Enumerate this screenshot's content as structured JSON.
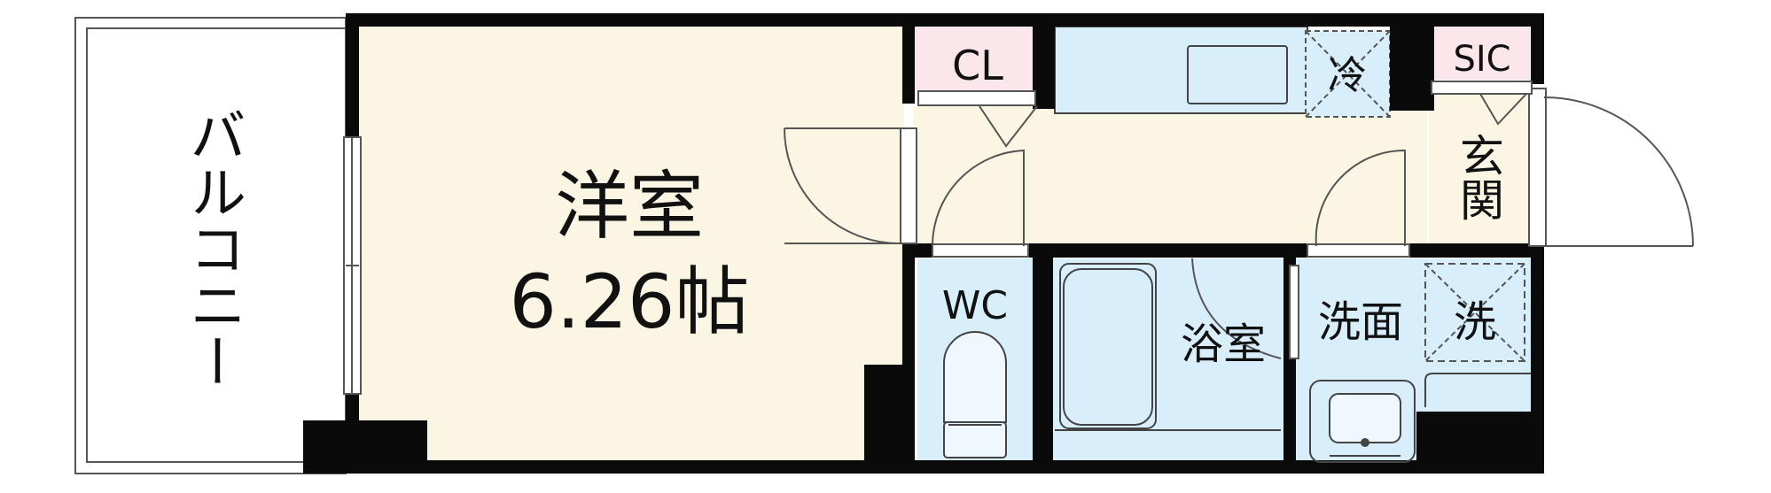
{
  "rooms": {
    "balcony": {
      "label": "バルコニー"
    },
    "western_room": {
      "label": "洋室",
      "size": "6.26帖"
    },
    "closet": {
      "label": "CL"
    },
    "refrigerator": {
      "label": "冷"
    },
    "shoe_closet": {
      "label": "SIC"
    },
    "entrance": {
      "label": "玄関"
    },
    "toilet": {
      "label": "WC"
    },
    "bathroom": {
      "label": "浴室"
    },
    "washroom": {
      "label": "洗面"
    },
    "washer": {
      "label": "洗"
    }
  },
  "colors": {
    "wall": "#0a0a0a",
    "floor": "#fbf6e3",
    "wet_area": "#d8eefb",
    "closet": "#fbe6ec",
    "fixture_line": "#444444",
    "fixture_bg": "#eef8fe",
    "dashed": "#555555"
  }
}
